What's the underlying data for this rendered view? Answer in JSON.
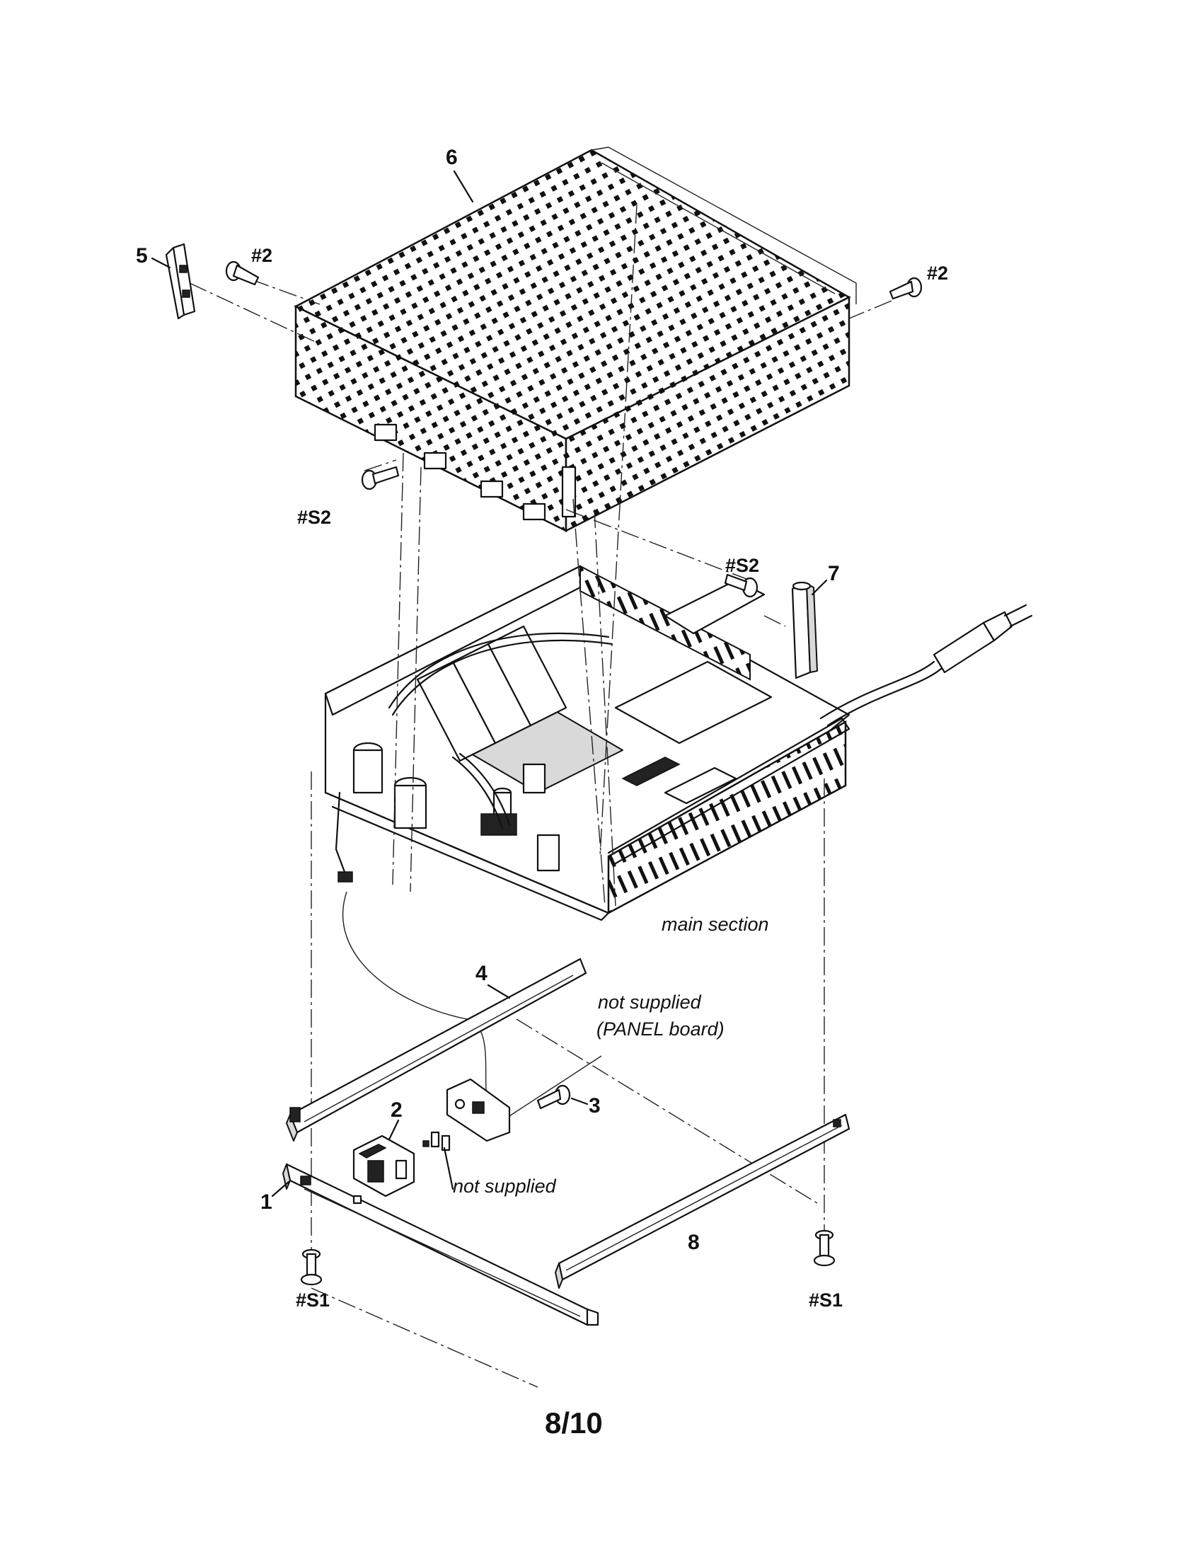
{
  "labels": {
    "part1": "1",
    "part2": "2",
    "part3": "3",
    "part4": "4",
    "part5": "5",
    "part6": "6",
    "part7": "7",
    "part8": "8",
    "screw_2_left": "#2",
    "screw_2_right": "#2",
    "screw_s2_left": "#S2",
    "screw_s2_right": "#S2",
    "screw_s1_left": "#S1",
    "screw_s1_right": "#S1"
  },
  "notes": {
    "main_section": "main section",
    "not_supplied_panel_line1": "not supplied",
    "not_supplied_panel_line2": "(PANEL board)",
    "not_supplied": "not supplied"
  },
  "page_number": "8/10"
}
